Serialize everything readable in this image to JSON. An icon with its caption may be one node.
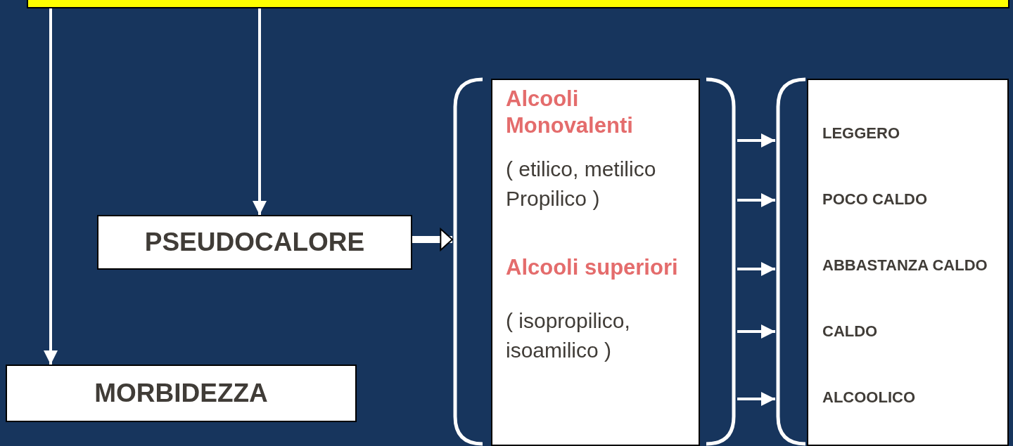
{
  "diagram": {
    "nodes": [
      {
        "text": [],
        "shape": "box"
      },
      {
        "text": [
          "PSEUDOCALORE"
        ]
      },
      {
        "text": [
          "MORBIDEZZA"
        ]
      },
      {
        "text": [],
        "shape": "bracket"
      },
      {
        "text": [
          "Alcooli Monovalenti",
          "( etilico, metilico Propilico )",
          "Alcooli superiori",
          "( isopropilico, isoamilico )"
        ],
        "in": 3
      },
      {
        "text": [],
        "shape": "bracket"
      },
      {
        "text": [
          "LEGGERO",
          "POCO CALDO",
          "ABBASTANZA CALDO",
          "CALDO",
          "ALCOOLICO"
        ],
        "in": 5
      }
    ],
    "edges": [
      {
        "from": 0,
        "to": 2,
        "arrow": "to"
      },
      {
        "from": 0,
        "to": 1,
        "arrow": "to"
      },
      {
        "from": 1,
        "to": 3,
        "arrow": "to",
        "style": "thick"
      },
      {
        "from": 3,
        "to": 5,
        "arrow": "to"
      },
      {
        "from": 3,
        "to": 5,
        "arrow": "to"
      },
      {
        "from": 3,
        "to": 5,
        "arrow": "to"
      },
      {
        "from": 3,
        "to": 5,
        "arrow": "to"
      },
      {
        "from": 3,
        "to": 5,
        "arrow": "to"
      }
    ]
  }
}
